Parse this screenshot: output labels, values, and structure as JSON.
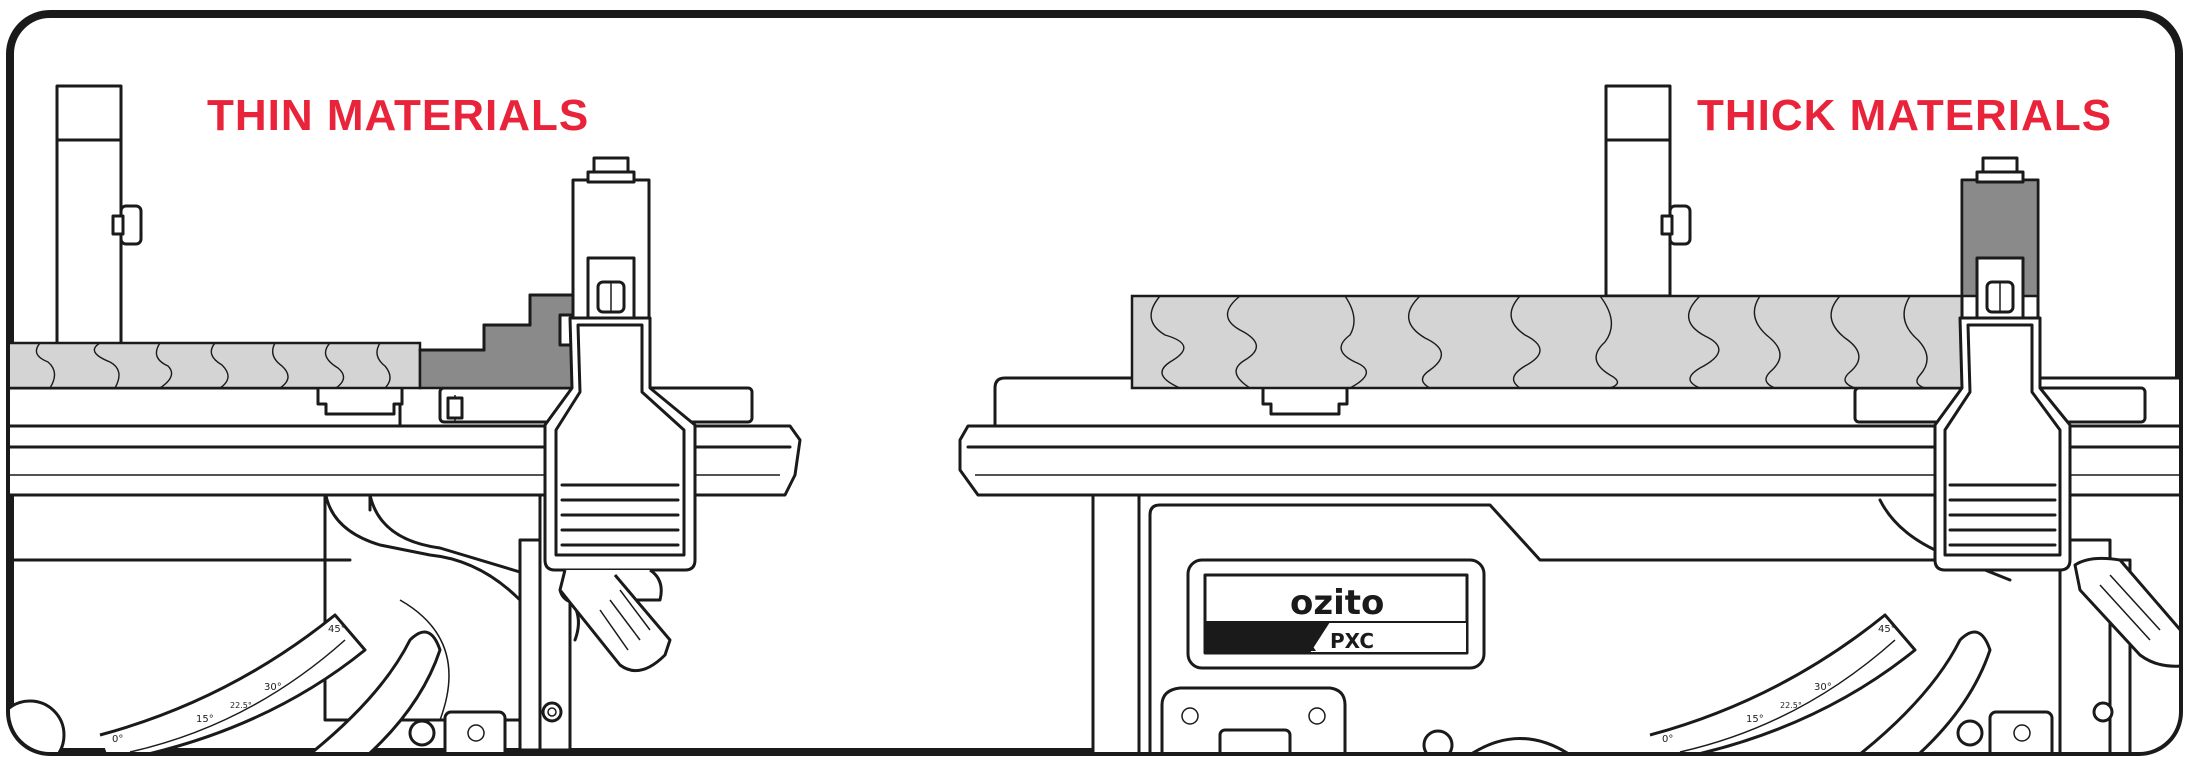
{
  "panels": {
    "left": {
      "title": "THIN MATERIALS"
    },
    "right": {
      "title": "THICK MATERIALS"
    }
  },
  "branding": {
    "logo": "ozito",
    "sub_logo": "PXC",
    "sub_logo_mark": "X"
  },
  "bevel_scale": {
    "ticks": [
      "0°",
      "15°",
      "22.5°",
      "30°",
      "45°"
    ]
  },
  "colors": {
    "title": "#e8233a",
    "wood": "#d4d4d4",
    "fence_insert": "#8a8a8a",
    "line": "#1a1a1a"
  }
}
